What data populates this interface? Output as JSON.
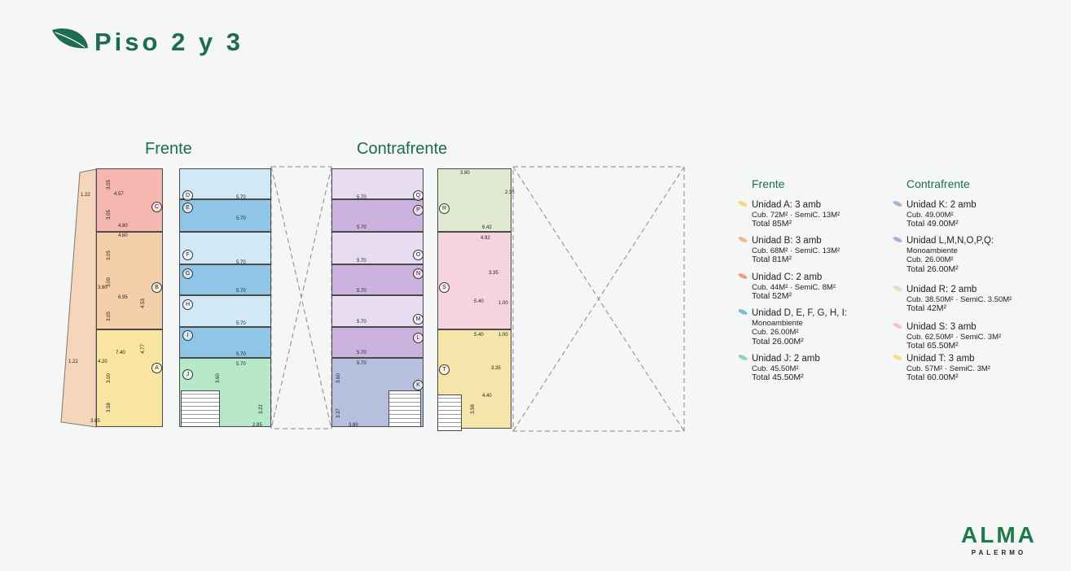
{
  "header": {
    "title": "Piso 2 y 3",
    "icon": "leaf-icon",
    "color": "#1d6b52"
  },
  "sections": {
    "frente": "Frente",
    "contrafrente": "Contrafrente"
  },
  "plan": {
    "units": [
      {
        "letter": "C",
        "color": "#f4b6ae"
      },
      {
        "letter": "B",
        "color": "#f5cfaa"
      },
      {
        "letter": "A",
        "color": "#f8e6a2"
      },
      {
        "letter": "D",
        "color": "#d2e8f7"
      },
      {
        "letter": "E",
        "color": "#8fc5e7"
      },
      {
        "letter": "F",
        "color": "#d2e8f7"
      },
      {
        "letter": "G",
        "color": "#8fc5e7"
      },
      {
        "letter": "H",
        "color": "#d2e8f7"
      },
      {
        "letter": "I",
        "color": "#8fc5e7"
      },
      {
        "letter": "J",
        "color": "#b7e8c9"
      },
      {
        "letter": "Q",
        "color": "#e8dcf2"
      },
      {
        "letter": "P",
        "color": "#ccb2de"
      },
      {
        "letter": "O",
        "color": "#e8dcf2"
      },
      {
        "letter": "N",
        "color": "#ccb2de"
      },
      {
        "letter": "M",
        "color": "#e8dcf2"
      },
      {
        "letter": "L",
        "color": "#ccb2de"
      },
      {
        "letter": "K",
        "color": "#b7bfdf"
      },
      {
        "letter": "R",
        "color": "#e0ead0"
      },
      {
        "letter": "S",
        "color": "#f5d4dd"
      },
      {
        "letter": "T",
        "color": "#f6e5aa"
      }
    ],
    "dimensions": [
      "1.22",
      "4.57",
      "3.05",
      "4.80",
      "3.05",
      "4.60",
      "3.05",
      "3.00",
      "3.60",
      "6.95",
      "4.53",
      "3.05",
      "7.40",
      "4.77",
      "1.22",
      "4.20",
      "3.00",
      "3.58",
      "3.85",
      "5.70",
      "5.70",
      "5.70",
      "5.70",
      "5.70",
      "5.70",
      "5.70",
      "3.60",
      "3.22",
      "2.85",
      "5.70",
      "5.70",
      "5.70",
      "5.70",
      "5.70",
      "5.70",
      "5.70",
      "3.60",
      "3.37",
      "3.60",
      "3.80",
      "2.35",
      "6.42",
      "4.92",
      "3.35",
      "5.40",
      "1.00",
      "5.40",
      "1.00",
      "3.35",
      "4.40",
      "3.58"
    ]
  },
  "legend": {
    "frente": {
      "heading": "Frente",
      "items": [
        {
          "name": "Unidad A:",
          "desc": "3 amb",
          "lines": [
            "Cub. 72M² · SemiC. 13M²"
          ],
          "total": "Total 85M²",
          "color": "#f5d97a"
        },
        {
          "name": "Unidad B:",
          "desc": "3 amb",
          "lines": [
            "Cub. 68M² · SemiC. 13M²"
          ],
          "total": "Total 81M²",
          "color": "#f1b98a"
        },
        {
          "name": "Unidad C:",
          "desc": "2 amb",
          "lines": [
            "Cub. 44M² · SemiC. 8M²"
          ],
          "total": "Total 52M²",
          "color": "#ee9c92"
        },
        {
          "name": "Unidad D, E, F, G, H, I:",
          "desc": "",
          "lines": [
            "Monoambiente",
            "Cub. 26.00M²"
          ],
          "total": "Total 26.00M²",
          "color": "#7fb9df"
        },
        {
          "name": "Unidad J:",
          "desc": "2 amb",
          "lines": [
            "Cub. 45.50M²"
          ],
          "total": "Total 45.50M²",
          "color": "#8fd6ab"
        }
      ]
    },
    "contrafrente": {
      "heading": "Contrafrente",
      "items": [
        {
          "name": "Unidad K:",
          "desc": "2 amb",
          "lines": [
            "Cub. 49.00M²"
          ],
          "total": "Total 49.00M²",
          "color": "#a9b2d9"
        },
        {
          "name": "Unidad L,M,N,O,P,Q:",
          "desc": "",
          "lines": [
            "Monoambiente",
            "Cub. 26.00M²"
          ],
          "total": "Total 26.00M²",
          "color": "#c3a3dc"
        },
        {
          "name": "Unidad R:",
          "desc": "2 amb",
          "lines": [
            "Cub. 38.50M² · SemiC. 3.50M²"
          ],
          "total": "Total 42M²",
          "color": "#d7e3c4"
        },
        {
          "name": "Unidad S:",
          "desc": "3 amb",
          "lines": [
            "Cub. 62.50M² · SemiC. 3M²"
          ],
          "total": "Total 65.50M²",
          "color": "#f2c2cf"
        },
        {
          "name": "Unidad T:",
          "desc": "3 amb",
          "lines": [
            "Cub. 57M² · SemiC. 3M²"
          ],
          "total": "Total 60.00M²",
          "color": "#f5dc8a"
        }
      ]
    }
  },
  "logo": {
    "name": "ALMA",
    "sub": "PALERMO"
  }
}
